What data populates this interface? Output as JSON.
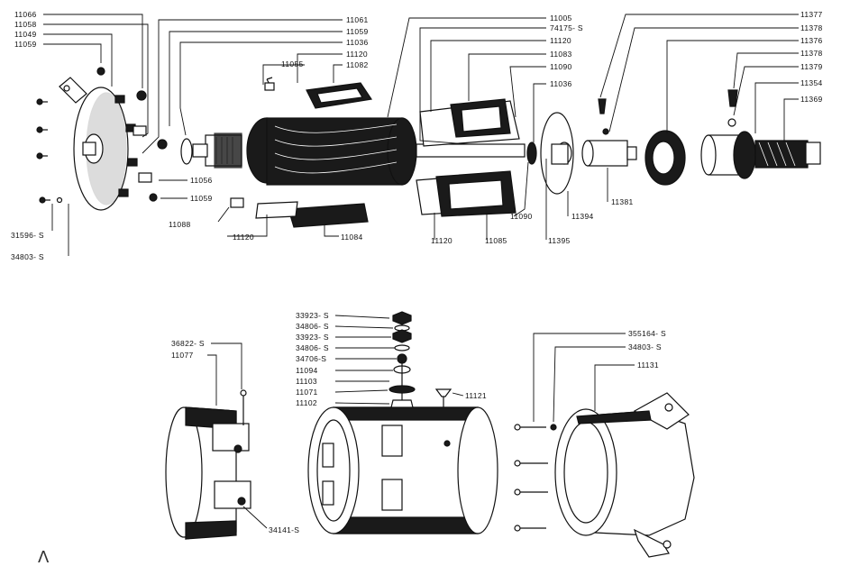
{
  "labels": {
    "a11066": "11066",
    "a11058": "11058",
    "a11049": "11049",
    "a11059L": "11059",
    "a11061": "11061",
    "a11059T": "11059",
    "a11036T": "11036",
    "a11120T": "11120",
    "a11082": "11082",
    "a11055": "11055",
    "a11056": "11056",
    "a11059M": "11059",
    "a11088": "11088",
    "a11120B": "11120",
    "a11084": "11084",
    "a31596": "31596- S",
    "a34803L": "34803- S",
    "a11005": "11005",
    "a74175": "74175- S",
    "a11120R": "11120",
    "a11083": "11083",
    "a11090T": "11090",
    "a11036R": "11036",
    "a11090B": "11090",
    "a11394": "11394",
    "a11395": "11395",
    "a11120C": "11120",
    "a11085": "11085",
    "a11377": "11377",
    "a11378a": "11378",
    "a11376": "11376",
    "a11378b": "11378",
    "a11379": "11379",
    "a11354": "11354",
    "a11369": "11369",
    "a11381": "11381",
    "b33923a": "33923- S",
    "b34806a": "34806- S",
    "b33923b": "33923- S",
    "b34806b": "34806- S",
    "b34706": "34706-S",
    "b11094": "11094",
    "b11103": "11103",
    "b11071": "11071",
    "b11102": "11102",
    "b11121": "11121",
    "b36822": "36822- S",
    "b11077": "11077",
    "b34141": "34141-S",
    "b355164": "355164- S",
    "b34803": "34803- S",
    "b11131": "11131"
  },
  "corner_mark": "Λ"
}
